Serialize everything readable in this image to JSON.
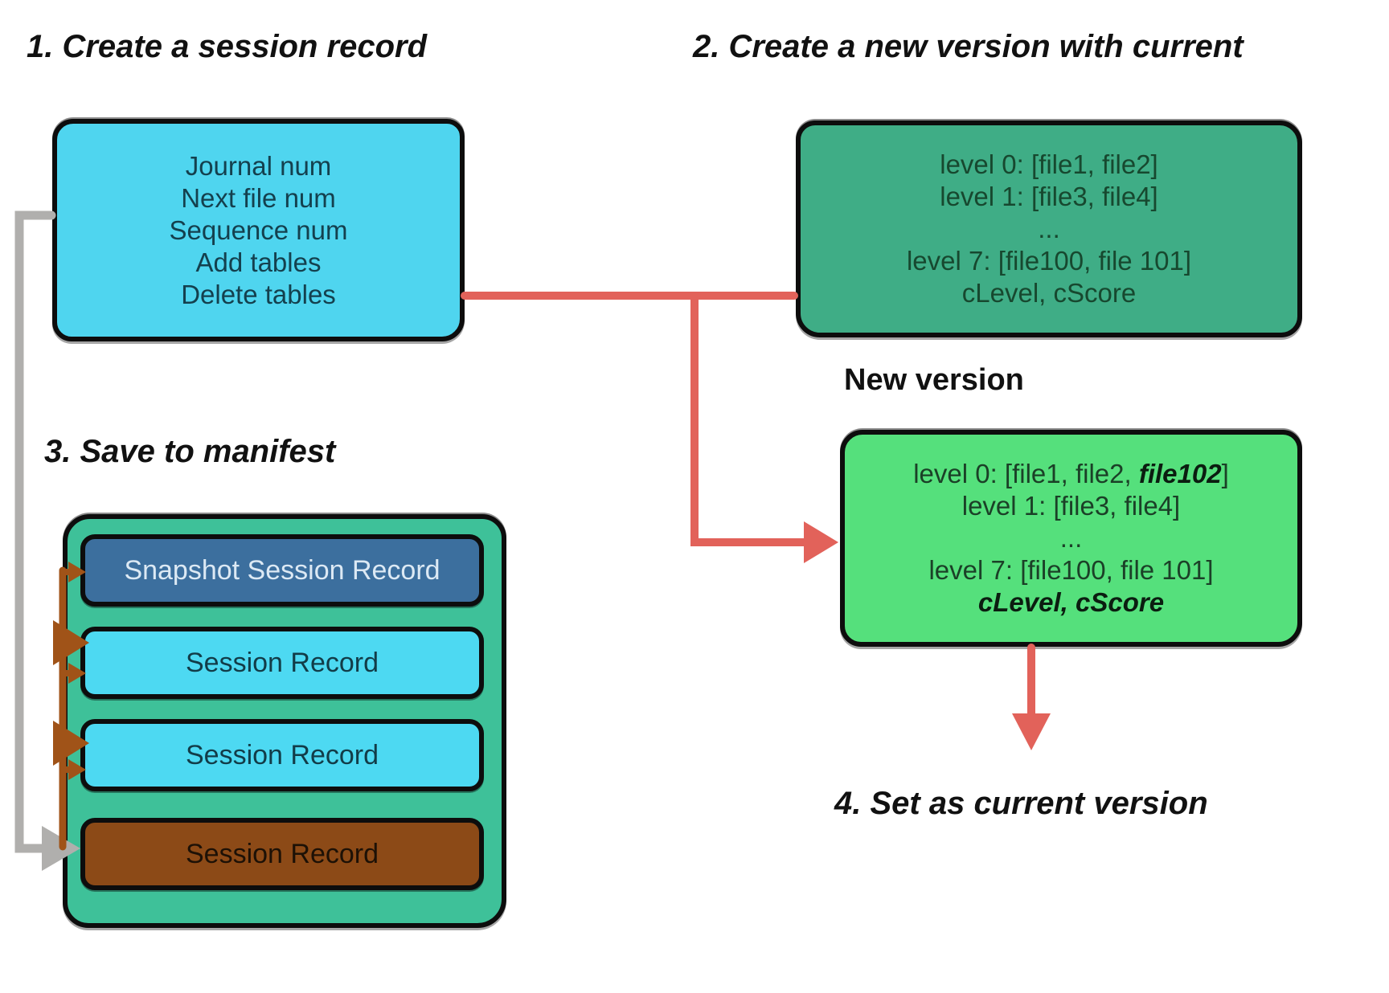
{
  "headings": {
    "step1": "1. Create a session record",
    "step2": "2. Create a new version with current",
    "step3": "3. Save to manifest",
    "step4": "4. Set as current version",
    "new_version_label": "New version"
  },
  "session_record_box": {
    "lines": [
      "Journal num",
      "Next file num",
      "Sequence num",
      "Add tables",
      "Delete tables"
    ]
  },
  "current_version_box": {
    "lines": [
      "level 0: [file1, file2]",
      "level 1: [file3, file4]",
      "...",
      "level 7: [file100, file 101]",
      "cLevel, cScore"
    ]
  },
  "new_version_box": {
    "line1_prefix": "level 0: [file1, file2, ",
    "line1_emph": "file102",
    "line1_suffix": "]",
    "line2": "level 1: [file3, file4]",
    "line3": "...",
    "line4": "level 7: [file100, file 101]",
    "line5_emph": "cLevel, cScore"
  },
  "manifest_box": {
    "records": [
      {
        "label": "Snapshot Session Record",
        "type": "snapshot"
      },
      {
        "label": "Session Record",
        "type": "session"
      },
      {
        "label": "Session Record",
        "type": "session"
      },
      {
        "label": "Session Record",
        "type": "session-old"
      }
    ]
  },
  "colors": {
    "session_record_fill": "#4FD5EF",
    "current_version_fill": "#3FAD86",
    "new_version_fill": "#55E07C",
    "manifest_fill": "#3EC199",
    "snapshot_fill": "#3C6F9E",
    "session_record_item_fill": "#4DD9F2",
    "old_record_fill": "#8C4A17",
    "red_arrow": "#E2625A",
    "gray_arrow": "#B0AFAD",
    "brown_arrow": "#A05318",
    "border": "#0d0d0d"
  }
}
